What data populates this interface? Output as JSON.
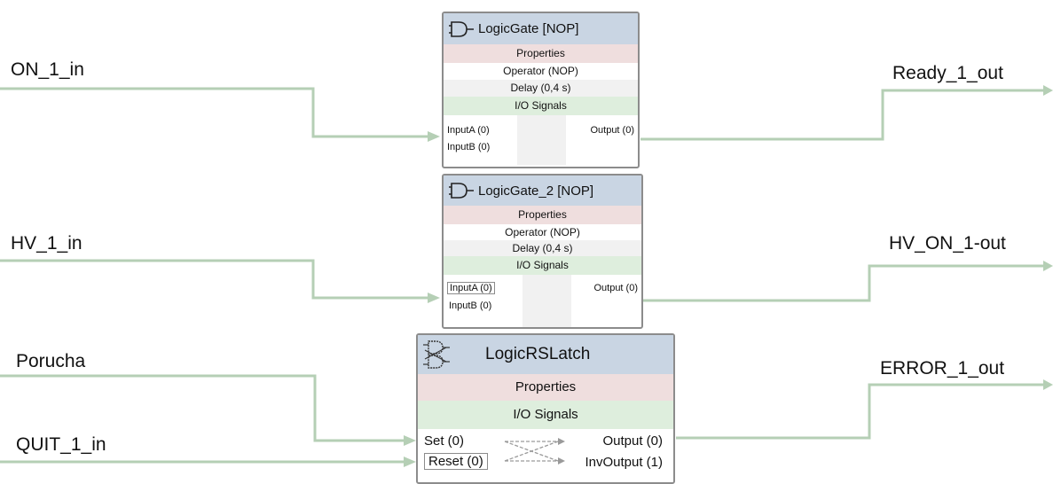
{
  "signals": {
    "inputs": [
      "ON_1_in",
      "HV_1_in",
      "Porucha",
      "QUIT_1_in"
    ],
    "outputs": [
      "Ready_1_out",
      "HV_ON_1-out",
      "ERROR_1_out"
    ]
  },
  "blocks": {
    "gate1": {
      "title": "LogicGate [NOP]",
      "properties": "Properties",
      "operator": "Operator (NOP)",
      "delay": "Delay (0,4 s)",
      "io": "I/O Signals",
      "inputA": "InputA (0)",
      "inputB": "InputB (0)",
      "output": "Output (0)"
    },
    "gate2": {
      "title": "LogicGate_2 [NOP]",
      "properties": "Properties",
      "operator": "Operator (NOP)",
      "delay": "Delay (0,4 s)",
      "io": "I/O Signals",
      "inputA": "InputA (0)",
      "inputB": "InputB (0)",
      "output": "Output (0)"
    },
    "latch": {
      "title": "LogicRSLatch",
      "properties": "Properties",
      "io": "I/O Signals",
      "set": "Set (0)",
      "reset": "Reset (0)",
      "output": "Output (0)",
      "invOutput": "InvOutput (1)"
    }
  },
  "colors": {
    "wire": "#b5cfb5",
    "title_bg": "#c9d5e3",
    "properties_bg": "#efdede",
    "io_bg": "#deeedd",
    "border": "#8c8c8c"
  },
  "icons": {
    "gate": "logic-gate-icon",
    "latch": "rs-latch-icon"
  }
}
